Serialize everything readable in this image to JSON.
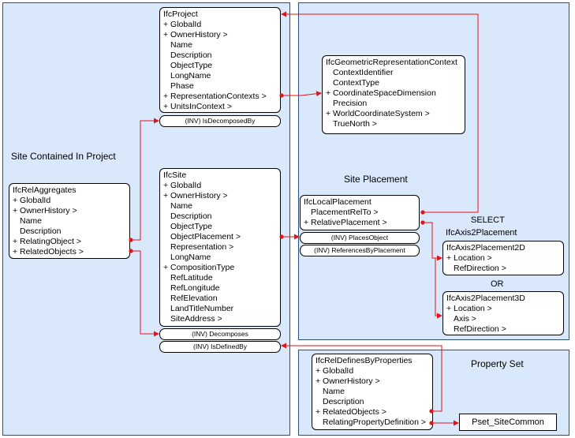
{
  "regions": {
    "left_label": "Site Contained In Project",
    "placement_label": "Site Placement",
    "property_label": "Property Set"
  },
  "entities": {
    "ifc_project": {
      "name": "IfcProject",
      "attributes": [
        "+ GlobalId",
        "+ OwnerHistory >",
        "Name",
        "Description",
        "ObjectType",
        "LongName",
        "Phase",
        "+ RepresentationContexts >",
        "+ UnitsInContext >"
      ],
      "inverse": [
        "(INV) IsDecomposedBy"
      ]
    },
    "ifc_site": {
      "name": "IfcSite",
      "attributes": [
        "+ GlobalId",
        "+ OwnerHistory >",
        "Name",
        "Description",
        "ObjectType",
        "ObjectPlacement >",
        "Representation >",
        "LongName",
        "+ CompositionType",
        "RefLatitude",
        "RefLongitude",
        "RefElevation",
        "LandTitleNumber",
        "SiteAddress >"
      ],
      "inverse": [
        "(INV) Decomposes",
        "(INV) IsDefinedBy"
      ]
    },
    "ifc_rel_aggregates": {
      "name": "IfcRelAggregates",
      "attributes": [
        "+ GlobalId",
        "+ OwnerHistory >",
        "Name",
        "Description",
        "+ RelatingObject >",
        "+ RelatedObjects >"
      ]
    },
    "ifc_geometric_representation_context": {
      "name": "IfcGeometricRepresentationContext",
      "attributes": [
        "ContextIdentifier",
        "ContextType",
        "+ CoordinateSpaceDimension",
        "Precision",
        "+ WorldCoordinateSystem >",
        "TrueNorth >"
      ]
    },
    "ifc_local_placement": {
      "name": "IfcLocalPlacement",
      "attributes": [
        "PlacementRelTo >",
        "+ RelativePlacement >"
      ],
      "inverse": [
        "(INV) PlacesObject",
        "(INV) ReferencesByPlacement"
      ]
    },
    "ifc_axis2_placement_2d": {
      "name": "IfcAxis2Placement2D",
      "attributes": [
        "+ Location >",
        "RefDirection >"
      ]
    },
    "ifc_axis2_placement_3d": {
      "name": "IfcAxis2Placement3D",
      "attributes": [
        "+ Location >",
        "Axis >",
        "RefDirection >"
      ]
    },
    "ifc_rel_defines_by_properties": {
      "name": "IfcRelDefinesByProperties",
      "attributes": [
        "+ GlobalId",
        "+ OwnerHistory >",
        "Name",
        "Description",
        "+ RelatedObjects >",
        "RelatingPropertyDefinition >"
      ]
    },
    "pset_site_common": {
      "name": "Pset_SiteCommon"
    }
  },
  "select": {
    "label": "SELECT",
    "type_name": "IfcAxis2Placement",
    "or_label": "OR"
  },
  "colors": {
    "region_fill": "#d9e8fb",
    "region_border": "#2b4f7c",
    "connector": "#e0141c"
  }
}
